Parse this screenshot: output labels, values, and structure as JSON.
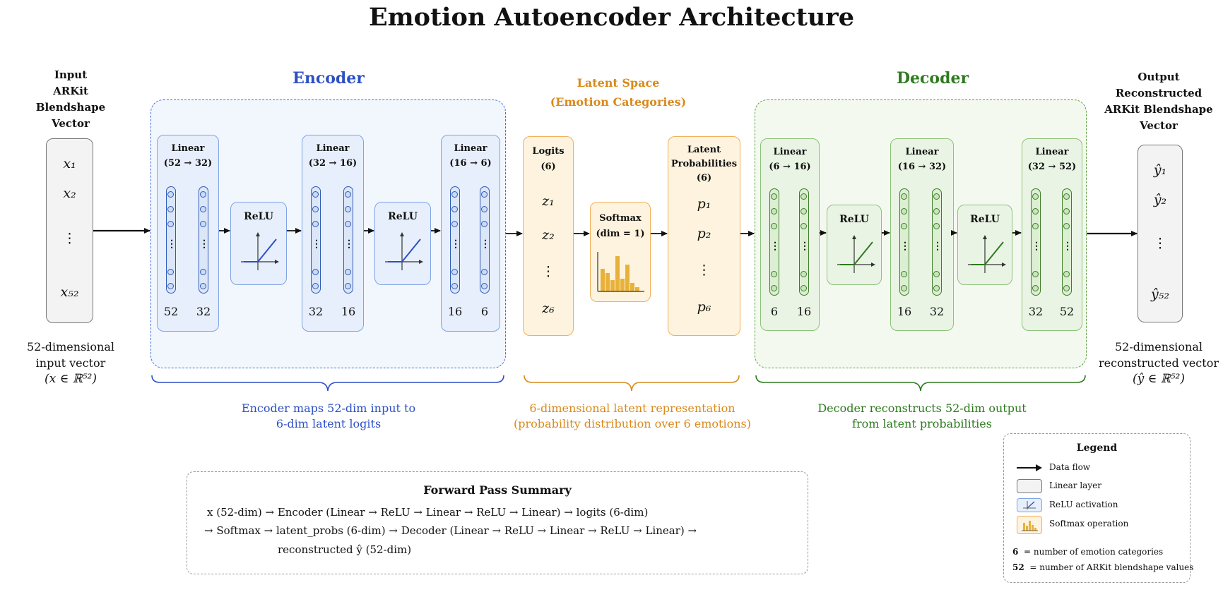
{
  "title": "Emotion Autoencoder Architecture",
  "input": {
    "heading": [
      "Input",
      "ARKit Blendshape",
      "Vector"
    ],
    "entries": [
      "x₁",
      "x₂",
      "⋮",
      "x₅₂"
    ],
    "caption": [
      "52-dimensional",
      "input vector",
      "(x ∈ ℝ⁵²)"
    ]
  },
  "encoder": {
    "title": "Encoder",
    "layers": [
      {
        "name": "Linear",
        "dims": "(52 → 32)",
        "in": "52",
        "out": "32"
      },
      {
        "name": "Linear",
        "dims": "(32 → 16)",
        "in": "32",
        "out": "16"
      },
      {
        "name": "Linear",
        "dims": "(16 → 6)",
        "in": "16",
        "out": "6"
      }
    ],
    "relu_label": "ReLU",
    "caption": [
      "Encoder maps 52-dim input to",
      "6-dim latent logits"
    ]
  },
  "latent": {
    "title": [
      "Latent Space",
      "(Emotion Categories)"
    ],
    "logits": {
      "title": [
        "Logits",
        "(6)"
      ],
      "entries": [
        "z₁",
        "z₂",
        "⋮",
        "z₆"
      ]
    },
    "softmax": {
      "title": [
        "Softmax",
        "(dim = 1)"
      ]
    },
    "probs": {
      "title": [
        "Latent",
        "Probabilities",
        "(6)"
      ],
      "entries": [
        "p₁",
        "p₂",
        "⋮",
        "p₆"
      ]
    },
    "caption": [
      "6-dimensional latent representation",
      "(probability distribution over 6 emotions)"
    ]
  },
  "decoder": {
    "title": "Decoder",
    "layers": [
      {
        "name": "Linear",
        "dims": "(6 → 16)",
        "in": "6",
        "out": "16"
      },
      {
        "name": "Linear",
        "dims": "(16 → 32)",
        "in": "16",
        "out": "32"
      },
      {
        "name": "Linear",
        "dims": "(32 → 52)",
        "in": "32",
        "out": "52"
      }
    ],
    "relu_label": "ReLU",
    "caption": [
      "Decoder reconstructs 52-dim output",
      "from latent probabilities"
    ]
  },
  "output": {
    "heading": [
      "Output",
      "Reconstructed",
      "ARKit Blendshape",
      "Vector"
    ],
    "entries": [
      "ŷ₁",
      "ŷ₂",
      "⋮",
      "ŷ₅₂"
    ],
    "caption": [
      "52-dimensional",
      "reconstructed vector",
      "(ŷ ∈ ℝ⁵²)"
    ]
  },
  "summary": {
    "title": "Forward Pass Summary",
    "lines": [
      "x  (52-dim)  →  Encoder (Linear → ReLU → Linear → ReLU → Linear)  →  logits (6-dim)",
      "→ Softmax  →  latent_probs (6-dim)  →  Decoder (Linear  →  ReLU  →  Linear  →  ReLU  →  Linear)  →",
      "reconstructed ŷ  (52-dim)"
    ]
  },
  "legend": {
    "title": "Legend",
    "items": [
      "Data flow",
      "Linear layer",
      "ReLU activation",
      "Softmax operation"
    ],
    "notes": [
      {
        "key": "6",
        "text": "= number of emotion categories"
      },
      {
        "key": "52",
        "text": "= number of ARKit blendshape values"
      }
    ]
  },
  "colors": {
    "encoder": "#2c4fc6",
    "latent": "#d98a1b",
    "decoder": "#2d7a1f"
  }
}
